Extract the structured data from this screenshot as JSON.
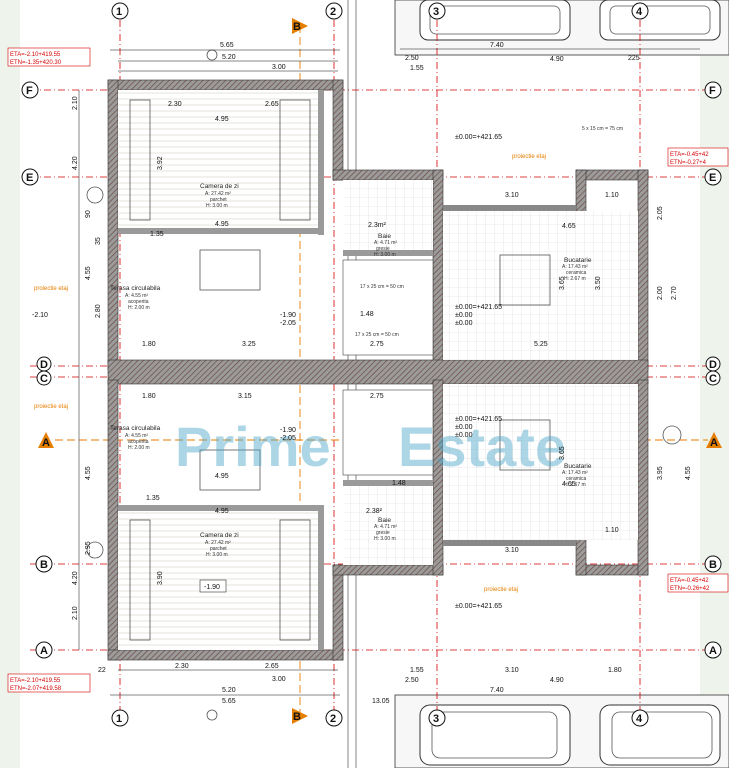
{
  "axes": {
    "vertical": [
      "1",
      "2",
      "3",
      "4"
    ],
    "horizontal_left": [
      "F",
      "E",
      "D",
      "C",
      "B",
      "A"
    ],
    "section": [
      "B",
      "A"
    ]
  },
  "levels": {
    "top_left_eta": "ETA=-2.10+419.55",
    "top_left_etn": "ETN=-1.35+420.30",
    "bottom_left_eta": "ETA=-2.10+419.55",
    "bottom_left_etn": "ETN=-2.07+419.58",
    "right_top_eta": "ETA=-0.45+42",
    "right_top_etn": "ETN=-0.27+4",
    "right_bot_eta": "ETA=-0.45+42",
    "right_bot_etn": "ETN=-0.26+42",
    "zero_top": "±0.00=+421.65",
    "zero_bot": "±0.00=+421.65",
    "zero_mid1": "±0.00=+421.65",
    "zero_mid2": "±0.00",
    "zero_mid3": "±0.00",
    "zero_mid4": "±0.00=+421.65",
    "zero_mid5": "±0.00",
    "zero_mid6": "±0.00",
    "minus190a": "-1.90",
    "minus205a": "-2.05",
    "minus190b": "-1.90",
    "minus205b": "-2.05",
    "minus210": "-2.10",
    "box190": "-1.90"
  },
  "dims_top": {
    "d565": "5.65",
    "d520": "5.20",
    "d300": "3.00",
    "d740": "7.40",
    "d490": "4.90",
    "d155": "1.55",
    "d250": "2.50",
    "d225": "225"
  },
  "dims_bottom": {
    "d230": "2.30",
    "d265": "2.65",
    "d300": "3.00",
    "d520": "5.20",
    "d565": "5.65",
    "d1305": "13.05",
    "d155": "1.55",
    "d310": "3.10",
    "d180": "1.80",
    "d740": "7.40",
    "d490": "4.90",
    "d250": "2.50",
    "d22": "22"
  },
  "dims_left": {
    "d420a": "4.20",
    "d455a": "4.55",
    "d280": "2.80",
    "d455b": "4.55",
    "d420b": "4.20",
    "d210a": "2.10",
    "d210b": "2.10",
    "d295": "2.95",
    "d90": "90",
    "d35": "35"
  },
  "dims_right": {
    "d205": "2.05",
    "d200": "2.00",
    "d270": "2.70",
    "d455": "4.55",
    "d395": "3.95"
  },
  "dims_inner": {
    "d495a": "4.95",
    "d495b": "4.95",
    "d495c": "4.95",
    "d495d": "4.95",
    "d230": "2.30",
    "d265": "2.65",
    "d325": "3.25",
    "d315": "3.15",
    "d275a": "2.75",
    "d275b": "2.75",
    "d180a": "1.80",
    "d180b": "1.80",
    "d525": "5.25",
    "d465a": "4.65",
    "d465b": "4.65",
    "d310a": "3.10",
    "d310b": "3.10",
    "d110a": "1.10",
    "d110b": "1.10",
    "d365a": "3.65",
    "d365b": "3.65",
    "d350a": "3.50",
    "d135a": "1.35",
    "d135b": "1.35",
    "d148a": "1.48",
    "d148b": "1.48",
    "d392": "3.92",
    "d390": "3.90"
  },
  "rooms": {
    "camera1": {
      "name": "Camera de zi",
      "area": "A: 27.42 m²",
      "floor": "parchet",
      "height": "H: 3.00 m"
    },
    "camera2": {
      "name": "Camera de zi",
      "area": "A: 27.42 m²",
      "floor": "parchet",
      "height": "H: 3.00 m"
    },
    "terasa1": {
      "name": "Terasa circulabila",
      "area": "A: 4.55 m²",
      "floor": "acoperita",
      "height": "H: 2.00 m"
    },
    "terasa2": {
      "name": "Terasa circulabila",
      "area": "A: 4.55 m²",
      "floor": "acoperita",
      "height": "H: 2.00 m"
    },
    "baie1": {
      "name": "Baie",
      "area": "A: 4.71 m²",
      "floor": "gresie",
      "height": "H: 3.00 m"
    },
    "baie2": {
      "name": "Baie",
      "area": "A: 4.71 m²",
      "floor": "gresie",
      "height": "H: 3.00 m"
    },
    "buc1": {
      "name": "Bucatarie",
      "area": "A: 17.43 m²",
      "floor": "ceramica",
      "height": "H: 2.67 m"
    },
    "buc2": {
      "name": "Bucatarie",
      "area": "A: 17.43 m²",
      "floor": "ceramica",
      "height": "H: 2.67 m"
    }
  },
  "notes": {
    "proiectie_etaj1": "proiectie etaj",
    "proiectie_etaj2": "proiectie etaj",
    "proiectie_etaj3": "proiectie etaj",
    "proiectie_etaj4": "proiectie etaj",
    "stair1": "17 x 25 cm = 50 cm",
    "stair2": "17 x 25 cm = 50 cm",
    "area23a": "2.3m²",
    "area23b": "2.38²",
    "grate": "5 x 15 cm = 75 cm"
  },
  "watermark": {
    "word1": "Prime",
    "word2": "Estate"
  },
  "colors": {
    "wall": "#7a7a7a",
    "wallhatch": "#b04a3a",
    "axisred": "#d40000",
    "grid": "#d40000",
    "watermark": "#4aa6c8",
    "accent": "#e67e00"
  }
}
